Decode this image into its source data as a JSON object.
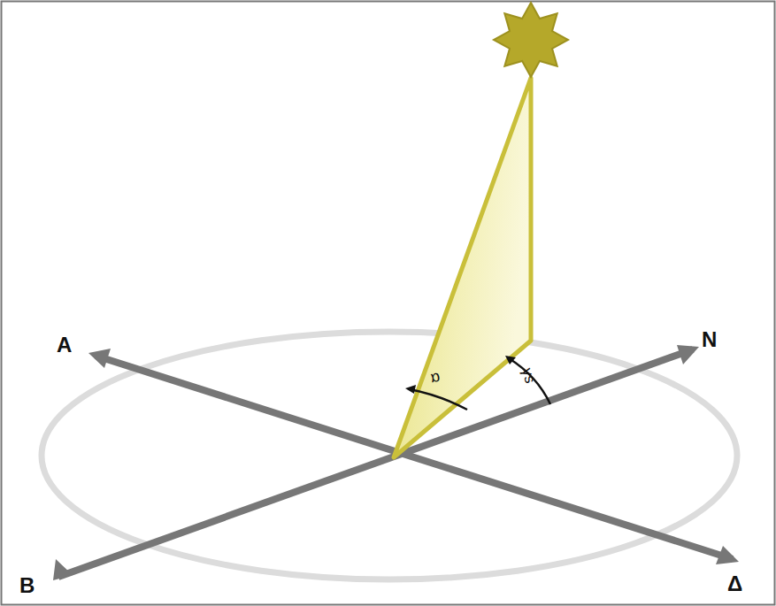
{
  "diagram": {
    "labels": [
      "A",
      "N",
      "B",
      "Δ",
      "α",
      "γs"
    ]
  }
}
